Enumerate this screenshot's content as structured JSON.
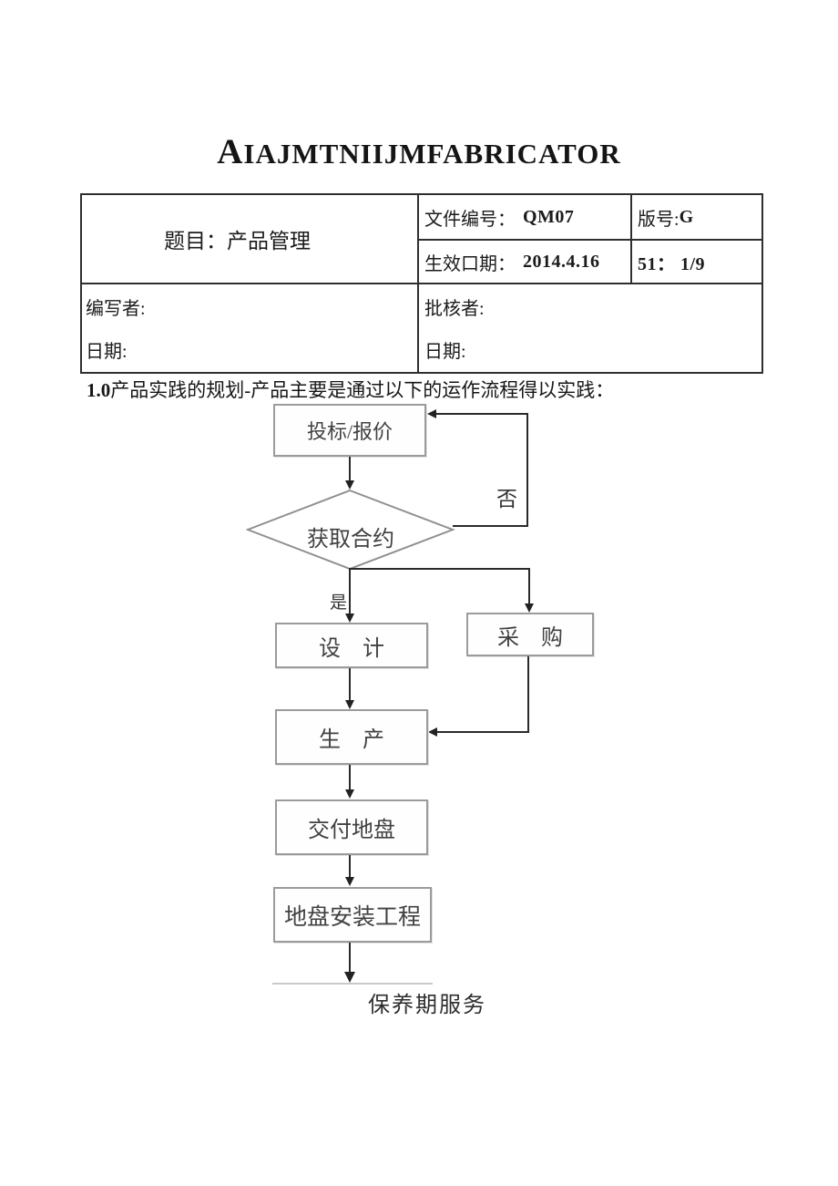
{
  "title": "AIAJMTNIIJMFABRICATOR",
  "header_table": {
    "subject": "题目：产品管理",
    "doc_no": {
      "label": "文件编号：",
      "value": "QM07"
    },
    "version": {
      "label": "版号:",
      "value": "G"
    },
    "effective_date": {
      "label": "生效口期：",
      "value": "2014.4.16"
    },
    "page_info": "51： 1/9",
    "writer": {
      "label": "编写者:",
      "date_label": "日期:"
    },
    "approver": {
      "label": "批核者:",
      "date_label": "日期:"
    }
  },
  "section": {
    "number": "1.0",
    "text": "产品实践的规划-产品主要是通过以下的运作流程得以实践："
  },
  "flowchart": {
    "bid_box": "投标/报价",
    "decision_diamond": "获取合约",
    "no_label": "否",
    "yes_label": "是",
    "design_box": "设　计",
    "purchase_box": "采　购",
    "production_box": "生　产",
    "delivery_box": "交付地盘",
    "installation_box": "地盘安装工程",
    "maintenance_label": "保养期服务"
  },
  "colors": {
    "table_border": "#2f2f2f",
    "box_border": "#9b9b9b",
    "connector_line": "#2a2a2a",
    "faint_end_line": "#c9c9c9",
    "text": "#1b1b1b"
  }
}
